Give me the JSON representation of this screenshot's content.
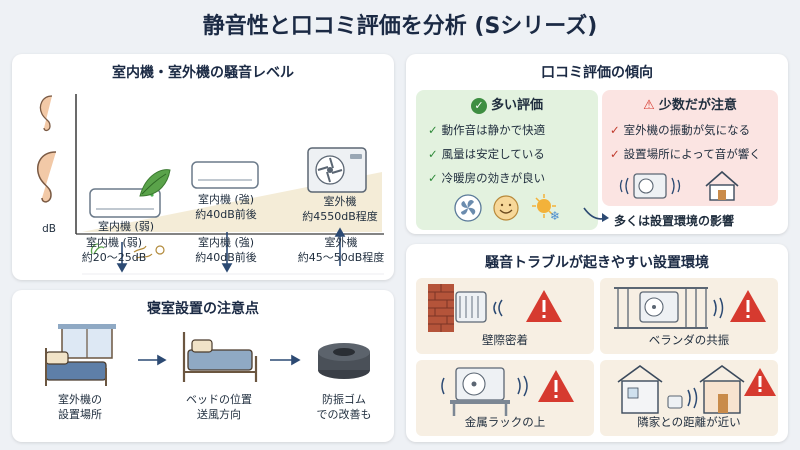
{
  "title": "静音性と口コミ評価を分析 (Sシリーズ)",
  "noise_panel": {
    "title": "室内機・室外機の騒音レベル",
    "axis_label": "dB",
    "top_labels": [
      {
        "line1": "室内機 (弱)",
        "line2": ""
      },
      {
        "line1": "室内機 (強)",
        "line2": "約40dB前後"
      },
      {
        "line1": "室外機",
        "line2": "約4550dB程度"
      }
    ],
    "bottom_labels": [
      {
        "line1": "室内機 (弱)",
        "line2": "約20〜25dB"
      },
      {
        "line1": "室内機 (強)",
        "line2": "約40dB前後"
      },
      {
        "line1": "室外機",
        "line2": "約45〜50dB程度"
      }
    ]
  },
  "bedroom_panel": {
    "title": "寝室設置の注意点",
    "steps": [
      {
        "line1": "室外機の",
        "line2": "設置場所"
      },
      {
        "line1": "ベッドの位置",
        "line2": "送風方向"
      },
      {
        "line1": "防振ゴム",
        "line2": "での改善も"
      }
    ]
  },
  "reviews_panel": {
    "title": "口コミ評価の傾向",
    "good": {
      "title": "多い評価",
      "items": [
        "動作音は静かで快適",
        "風量は安定している",
        "冷暖房の効きが良い"
      ]
    },
    "bad": {
      "title": "少数だが注意",
      "items": [
        "室外機の振動が気になる",
        "設置場所によって音が響く"
      ]
    },
    "conclusion": "多くは設置環境の影響"
  },
  "trouble_panel": {
    "title": "騒音トラブルが起きやすい設置環境",
    "cards": [
      "壁際密着",
      "ベランダの共振",
      "金属ラックの上",
      "隣家との距離が近い"
    ]
  },
  "colors": {
    "good_bg": "#e3f2df",
    "bad_bg": "#fbe4e2",
    "alert": "#d63a2f",
    "leaf": "#5aa34a",
    "arrow": "#2c4a73"
  }
}
